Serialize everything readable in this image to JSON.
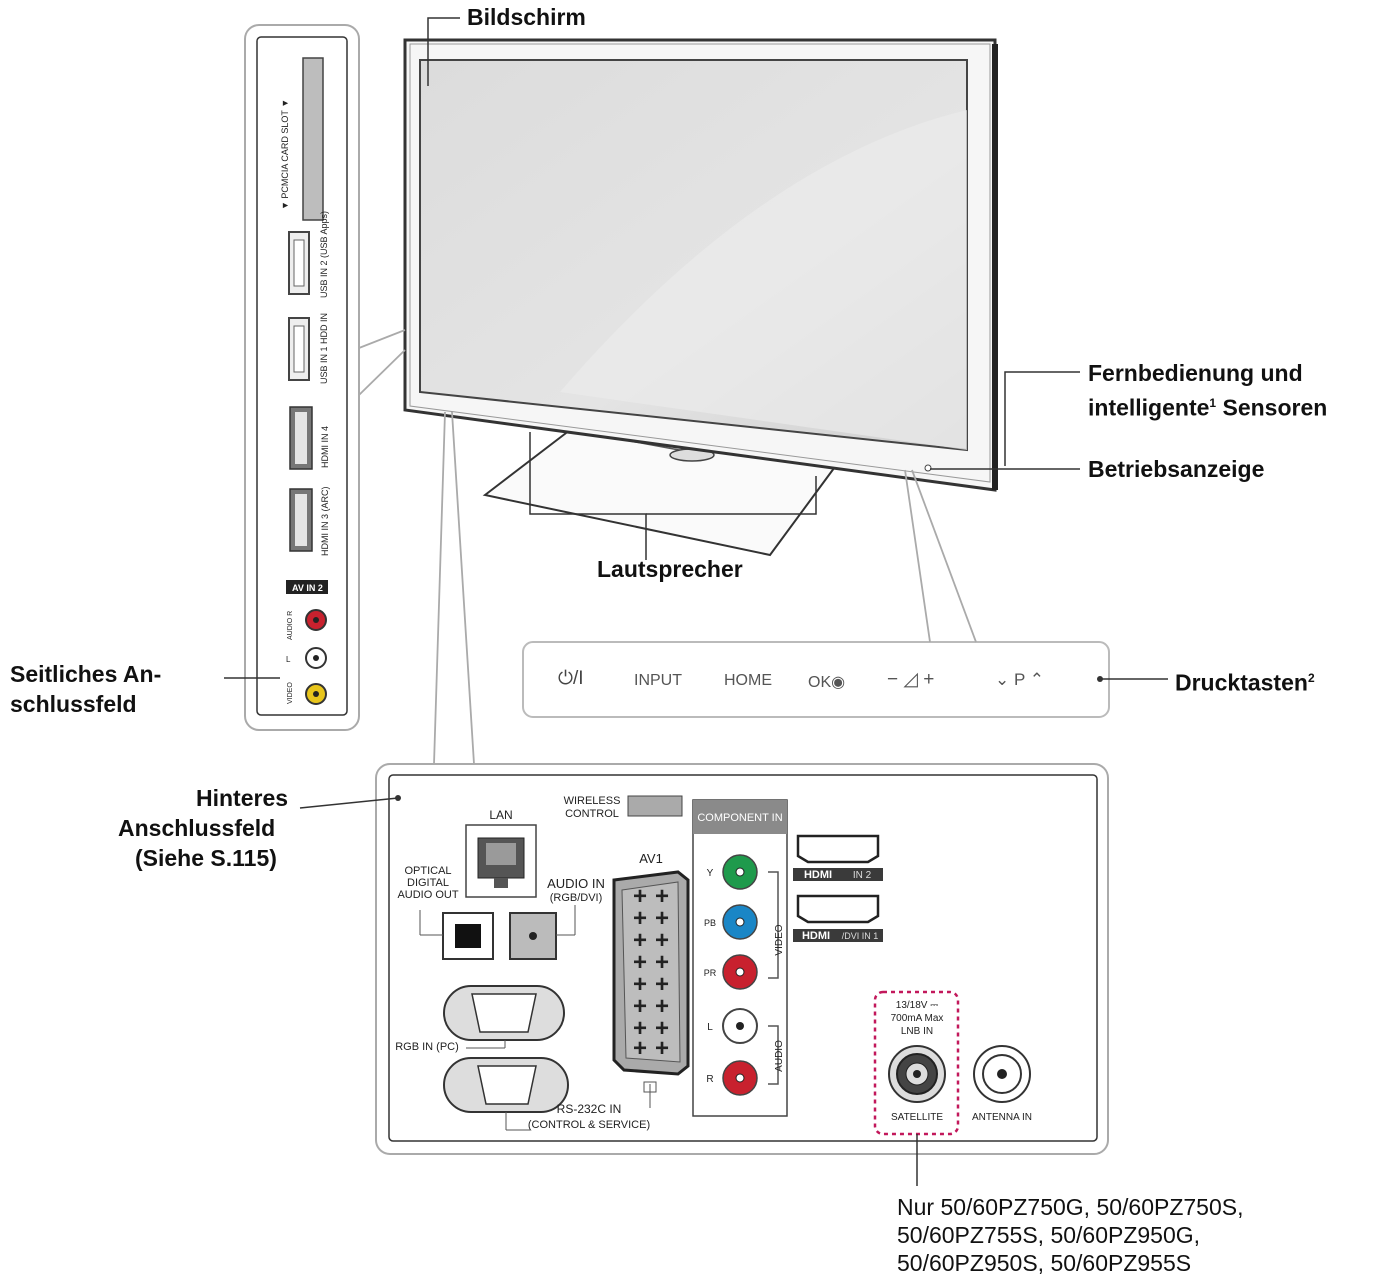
{
  "labels": {
    "screen": "Bildschirm",
    "remote_sensor_line1": "Fernbedienung und",
    "remote_sensor_line2": "intelligente",
    "remote_sensor_sup": "1",
    "remote_sensor_line2b": " Sensoren",
    "power_indicator": "Betriebsanzeige",
    "speakers": "Lautsprecher",
    "buttons": "Drucktasten",
    "buttons_sup": "2",
    "side_panel_line1": "Seitliches An-",
    "side_panel_line2": "schlussfeld",
    "rear_panel_line1": "Hinteres",
    "rear_panel_line2": "Anschlussfeld",
    "rear_panel_line3": "(Siehe S.115)"
  },
  "touch_buttons": {
    "power": "⏻/I",
    "input": "INPUT",
    "home": "HOME",
    "ok": "OK◉",
    "volume": "− ◿ +",
    "program": "⌄ P ⌃"
  },
  "side_panel_ports": {
    "pcmcia": "▼ PCMCIA CARD SLOT ▼",
    "usb2": "USB IN 2 (USB Apps)",
    "usb1": "USB IN 1 HDD IN",
    "hdmi4": "HDMI IN 4",
    "hdmi3": "HDMI IN 3 (ARC)",
    "av_in_2": "AV IN 2",
    "audio_r": "AUDIO R",
    "audio_l": "L",
    "video": "VIDEO"
  },
  "rear_panel_ports": {
    "lan": "LAN",
    "wireless_line1": "WIRELESS",
    "wireless_line2": "CONTROL",
    "optical_line1": "OPTICAL",
    "optical_line2": "DIGITAL",
    "optical_line3": "AUDIO OUT",
    "audio_in_line1": "AUDIO IN",
    "audio_in_line2": "(RGB/DVI)",
    "av1": "AV1",
    "rgb_in": "RGB IN (PC)",
    "rs232_line1": "RS-232C IN",
    "rs232_line2": "(CONTROL & SERVICE)",
    "component_in": "COMPONENT IN",
    "comp_y": "Y",
    "comp_pb": "PB",
    "comp_pr": "PR",
    "comp_l": "L",
    "comp_r": "R",
    "video": "VIDEO",
    "audio": "AUDIO",
    "hdmi_logo": "HDMI",
    "hdmi2": "IN 2",
    "hdmi1": "/DVI IN 1",
    "lnb_line1": "13/18V ⎓",
    "lnb_line2": "700mA Max",
    "lnb_line3": "LNB IN",
    "satellite": "SATELLITE",
    "antenna_in": "ANTENNA IN"
  },
  "model_note": {
    "line1": "Nur 50/60PZ750G, 50/60PZ750S,",
    "line2": "50/60PZ755S, 50/60PZ950G,",
    "line3": "50/60PZ950S, 50/60PZ955S"
  },
  "colors": {
    "green": "#1f9a4c",
    "blue": "#1a86c6",
    "red": "#c8212e",
    "white": "#ffffff",
    "yellow": "#e8c51c",
    "satellite_outline": "#c2185b"
  }
}
